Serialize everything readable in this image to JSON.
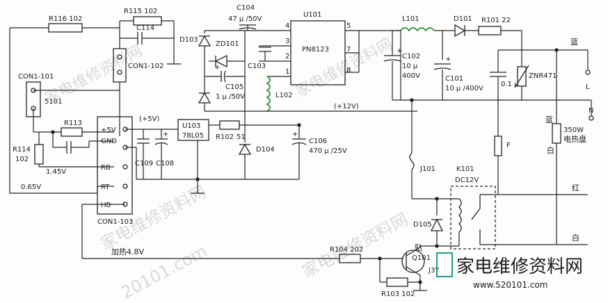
{
  "labels": {
    "r116": "R116 102",
    "r115": "R115 102",
    "c114": "C114",
    "c104": "C104",
    "c104_val": "47 μ /50V",
    "u101": "U101",
    "ic": "PN8123",
    "l101": "L101",
    "d101": "D101",
    "r101": "R101 22",
    "d103": "D103",
    "zd101": "ZD101",
    "c103": "C103",
    "c105": "C105",
    "c105_val": "1 μ /50V",
    "l102": "L102",
    "c102": "C102",
    "c102_v1": "10 μ",
    "c102_v2": "400V",
    "c101": "C101",
    "c101_val": "10 μ /400V",
    "cap01": "0.1 μ",
    "znr": "ZNR471",
    "con1_101": "CON1-101",
    "con1_102": "CON1-102",
    "con1_103": "CON1-103",
    "n5101": "5101",
    "r113": "R113",
    "r114": "R114",
    "r114_val": "102",
    "v145": "1.45V",
    "v065": "0.65V",
    "p5v": "(+5V)",
    "p12v": "(+12V)",
    "pin_5v": "+5V",
    "pin_gnd": "GND",
    "pin_rb": "RB",
    "pin_rt": "RT",
    "pin_hb": "HB",
    "u103": "U103",
    "u103_part": "78L05",
    "r102": "R102",
    "r102_val": "51",
    "d104": "D104",
    "c106": "C106",
    "c106_val": "470 μ /25V",
    "c109": "C109",
    "c108": "C108",
    "j101": "J101",
    "k101": "K101",
    "k101_val": "DC12V",
    "d105": "D105",
    "fuse": "F",
    "heat": "加热4.8V",
    "r104": "R104 202",
    "q101": "Q101",
    "tie": "贴",
    "j3y": "J3Y",
    "r103": "R103 102",
    "blue1": "蓝",
    "blue2": "蓝",
    "white1": "白",
    "white2": "白",
    "red": "红",
    "heater_w": "350W",
    "heater_n": "电热盘",
    "term_l": "L",
    "term_n": "N",
    "pin1": "1",
    "pin2": "2",
    "pin3": "3",
    "pin4": "4",
    "pin5": "5",
    "pin7": "7",
    "pin8": "8",
    "plus": "+"
  },
  "watermarks": {
    "wm_brand": "家电维修资料网",
    "wm_url": "www.520101.com",
    "wm_small": "家电维修资料网",
    "wm_small2": "20101.com",
    "wm_logo_url": "www.520101.com"
  },
  "colors": {
    "inductor": "#2a8a3a",
    "logo": "#1f9a8a",
    "watermark": "#d9d9d9"
  }
}
